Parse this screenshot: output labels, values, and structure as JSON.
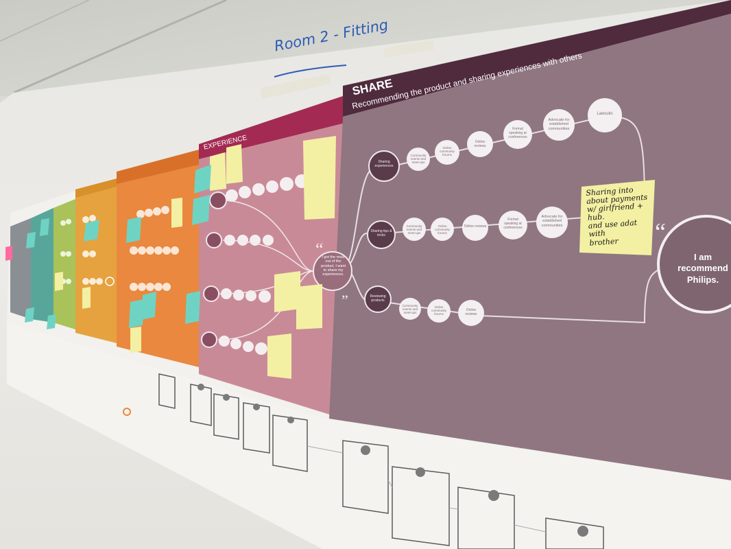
{
  "room_sign": "Room 2 - Fitting",
  "share_stage": {
    "title": "SHARE",
    "subtitle": "Recommending the product and sharing experiences with others"
  },
  "experience_stage": {
    "title": "EXPERIENCE"
  },
  "quote_main": "I got the most out of the product. I want to share my experiences.",
  "quote_right": "I am recommend Philips.",
  "share_rows": [
    {
      "start": "Sharing experiences",
      "steps": [
        "Community events and meet-ups",
        "Online community forums",
        "Online reviews",
        "Formal speaking at conferences",
        "Advocate for established communities",
        "Lawsuits"
      ]
    },
    {
      "start": "Sharing tips & tricks",
      "steps": [
        "Community events and meet-ups",
        "Online community forums",
        "Online reviews",
        "Formal speaking at conferences",
        "Advocate for established communities"
      ]
    },
    {
      "start": "Reviewing products",
      "steps": [
        "Community events and meet-ups",
        "Online community forums",
        "Online reviews"
      ]
    }
  ],
  "sticky_note_main": "Sharing into\nabout payments\nw/ girlfriend + hub.\nand use adat with\nbrother",
  "colors": {
    "share_bg": "#8f7680",
    "share_header": "#4f2b3d",
    "experience_bg": "#c98a97",
    "experience_header": "#a32a52",
    "orange_stage": "#e9883e",
    "yellow_stage": "#e6a23f",
    "green_stage": "#a9c25a",
    "teal_stage": "#58a69a",
    "sticky_yellow": "#f3f0a4",
    "sticky_teal": "#6fd3c4"
  }
}
